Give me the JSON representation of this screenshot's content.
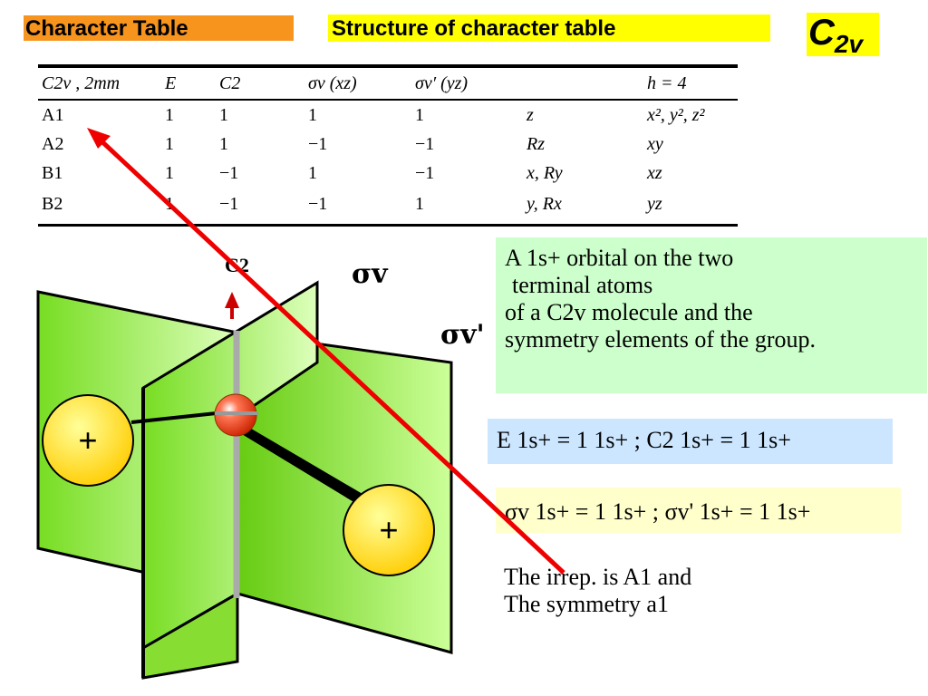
{
  "titles": {
    "character_table": "Character Table",
    "structure": "Structure of character table",
    "group_main": "C",
    "group_sub": "2v"
  },
  "table": {
    "header": [
      "C2v , 2mm",
      "E",
      "C2",
      "σv (xz)",
      "σv′ (yz)",
      "",
      "h = 4"
    ],
    "rows": [
      [
        "A1",
        "1",
        "1",
        "1",
        "1",
        "z",
        "x², y², z²"
      ],
      [
        "A2",
        "1",
        "1",
        "−1",
        "−1",
        "Rz",
        "xy"
      ],
      [
        "B1",
        "1",
        "−1",
        "1",
        "−1",
        "x, Ry",
        "xz"
      ],
      [
        "B2",
        "1",
        "−1",
        "−1",
        "1",
        "y, Rx",
        "yz"
      ]
    ]
  },
  "diagram": {
    "axis_label": "C2",
    "sigma_v": "σv",
    "sigma_v_prime": "σv'",
    "plus_left": "+",
    "plus_right": "+"
  },
  "description": {
    "line1": "A 1s+ orbital on the two",
    "line2": "terminal atoms",
    "line3": "of a C2v molecule and the",
    "line4": "symmetry elements of the group."
  },
  "equations": {
    "eq1": "E 1s+ = 1 1s+ ; C2 1s+ = 1 1s+",
    "eq2": "σv 1s+ = 1 1s+ ; σv' 1s+ = 1 1s+"
  },
  "conclusion": {
    "line1": "The irrep. is A1 and",
    "line2": "The symmetry a1"
  },
  "colors": {
    "orange": "#f7941d",
    "yellow": "#ffff00",
    "plane_green": "#77dd22",
    "arrow_red": "#ee0000"
  }
}
